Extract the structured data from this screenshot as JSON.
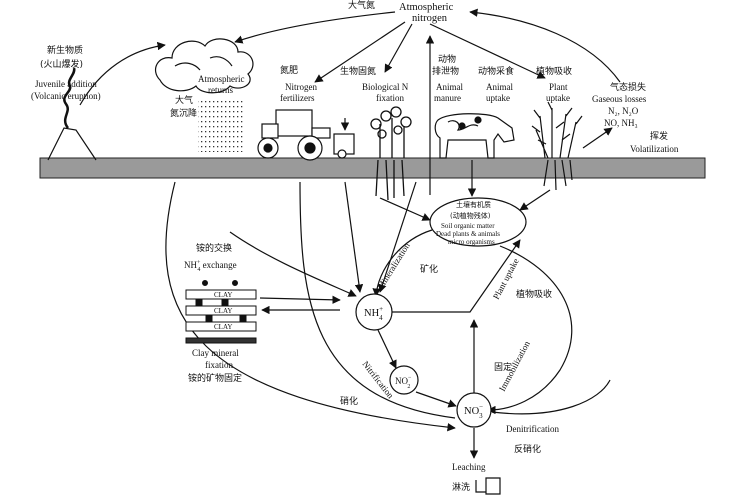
{
  "atmosphere": {
    "cn": "大气氮",
    "en_line1": "Atmospheric",
    "en_line2": "nitrogen"
  },
  "juvenile": {
    "cn1": "新生物质",
    "cn2": "(火山爆发)",
    "en1": "Juvenile addition",
    "en2": "(Volcanic eruption)"
  },
  "returns": {
    "en1": "Atmospheric",
    "en2": "returns",
    "cn1": "大气",
    "cn2": "氮沉降"
  },
  "fertilizers": {
    "cn": "氮肥",
    "en1": "Nitrogen",
    "en2": "fertilizers"
  },
  "bio_fixation": {
    "cn": "生物固氮",
    "en1": "Biological N",
    "en2": "fixation"
  },
  "manure": {
    "cn1": "动物",
    "cn2": "排泄物",
    "en1": "Animal",
    "en2": "manure"
  },
  "animal_uptake": {
    "cn": "动物采食",
    "en1": "Animal",
    "en2": "uptake"
  },
  "plant_uptake_top": {
    "cn": "植物吸收",
    "en1": "Plant",
    "en2": "uptake"
  },
  "gaseous": {
    "cn": "气态损失",
    "en": "Gaseous losses",
    "g1": "N₂, N₂O",
    "g2": "NO, NH₃"
  },
  "volatilization": {
    "cn": "挥发",
    "en": "Volatilization"
  },
  "soil_om": {
    "cn1": "土壤有机质",
    "cn2": "(动植物残体)",
    "en1": "Soil organic matter",
    "en2": "Dead plants & animals",
    "en3": "micro organisms"
  },
  "exchange": {
    "cn": "铵的交换",
    "en_prefix": "NH",
    "en_sup": "+",
    "en_sub": "4",
    "en_suffix": " exchange",
    "clay": "CLAY"
  },
  "clay_fixation": {
    "en1": "Clay mineral",
    "en2": "fixation",
    "cn": "铵的矿物固定"
  },
  "mineralization": {
    "en": "Mineralization",
    "cn": "矿化"
  },
  "plant_uptake_cycle": {
    "en": "Plant uptake",
    "cn": "植物吸收"
  },
  "nitrification": {
    "en": "Nitrification",
    "cn": "硝化"
  },
  "immobilization": {
    "en": "Immobilization",
    "cn": "固定"
  },
  "denitrification": {
    "en": "Denitrification",
    "cn": "反硝化"
  },
  "leaching": {
    "en": "Leaching",
    "cn": "淋洗"
  },
  "nodes": {
    "nh4_base": "NH",
    "nh4_sup": "+",
    "nh4_sub": "4",
    "no2_base": "NO",
    "no2_sup": "−",
    "no2_sub": "2",
    "no3_base": "NO",
    "no3_sup": "−",
    "no3_sub": "3"
  },
  "colors": {
    "ink": "#111111",
    "ground": "#9a9a9a"
  }
}
